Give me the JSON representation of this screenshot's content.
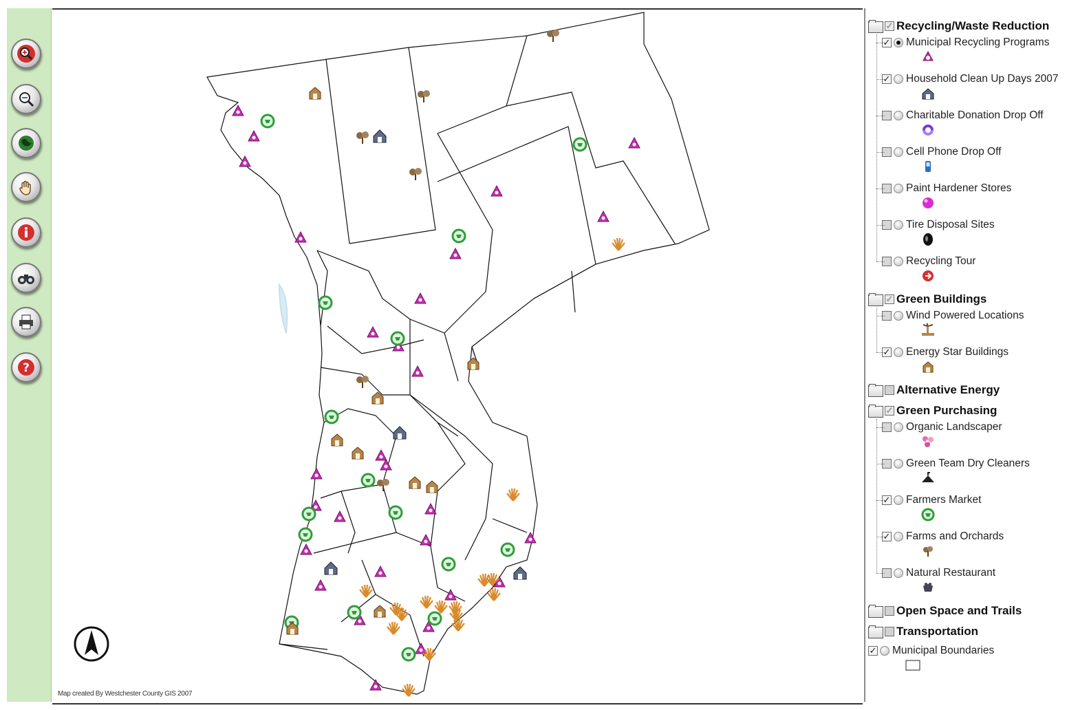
{
  "toolbar": {
    "tools": [
      {
        "name": "zoom-in",
        "color": "#d32f2f"
      },
      {
        "name": "zoom-out",
        "color": "#2a6fbf"
      },
      {
        "name": "full-extent",
        "color": "#2e7d32"
      },
      {
        "name": "pan",
        "color": "#c89d6a"
      },
      {
        "name": "identify",
        "color": "#d32f2f"
      },
      {
        "name": "find",
        "color": "#333333"
      },
      {
        "name": "print",
        "color": "#333333"
      },
      {
        "name": "help",
        "color": "#d32f2f"
      }
    ]
  },
  "map": {
    "credit": "Map created By Westchester County GIS 2007",
    "north_arrow": "north-arrow-icon"
  },
  "legend": {
    "groups": [
      {
        "label": "Recycling/Waste Reduction",
        "items": [
          {
            "label": "Municipal Recycling Programs",
            "checked": true,
            "active": true,
            "icon": "recycle-icon"
          },
          {
            "label": "Household Clean Up Days 2007",
            "checked": true,
            "active": false,
            "icon": "house-icon"
          },
          {
            "label": "Charitable Donation Drop Off",
            "checked": false,
            "active": false,
            "icon": "donation-icon"
          },
          {
            "label": "Cell Phone Drop Off",
            "checked": false,
            "active": false,
            "icon": "cell-phone-icon"
          },
          {
            "label": "Paint Hardener Stores",
            "checked": false,
            "active": false,
            "icon": "paint-icon"
          },
          {
            "label": "Tire Disposal Sites",
            "checked": false,
            "active": false,
            "icon": "tire-icon"
          },
          {
            "label": "Recycling Tour",
            "checked": false,
            "active": false,
            "icon": "tour-icon"
          }
        ]
      },
      {
        "label": "Green Buildings",
        "items": [
          {
            "label": "Wind Powered Locations",
            "checked": false,
            "active": false,
            "icon": "wind-icon"
          },
          {
            "label": "Energy Star Buildings",
            "checked": true,
            "active": false,
            "icon": "energy-star-icon"
          }
        ]
      },
      {
        "label": "Alternative Energy",
        "items": []
      },
      {
        "label": "Green Purchasing",
        "items": [
          {
            "label": "Organic Landscaper",
            "checked": false,
            "active": false,
            "icon": "flower-icon"
          },
          {
            "label": "Green Team Dry Cleaners",
            "checked": false,
            "active": false,
            "icon": "hanger-icon"
          },
          {
            "label": "Farmers Market",
            "checked": true,
            "active": false,
            "icon": "market-icon"
          },
          {
            "label": "Farms and Orchards",
            "checked": true,
            "active": false,
            "icon": "tree-icon"
          },
          {
            "label": "Natural Restaurant",
            "checked": false,
            "active": false,
            "icon": "restaurant-icon"
          }
        ]
      },
      {
        "label": "Open Space and Trails",
        "items": []
      },
      {
        "label": "Transportation",
        "items": []
      }
    ],
    "base_layer": {
      "label": "Municipal Boundaries",
      "checked": true,
      "active": false,
      "icon": "boundary-icon"
    }
  },
  "colors": {
    "toolbar_bg": "#cfe9c2",
    "recycle": "#c62fb4",
    "market": "#2f9d3a",
    "energy": "#b6864a",
    "house": "#5d6b8c",
    "tree": "#8a6a45",
    "wind": "#d98a2b",
    "water": "#d9ebf3"
  }
}
